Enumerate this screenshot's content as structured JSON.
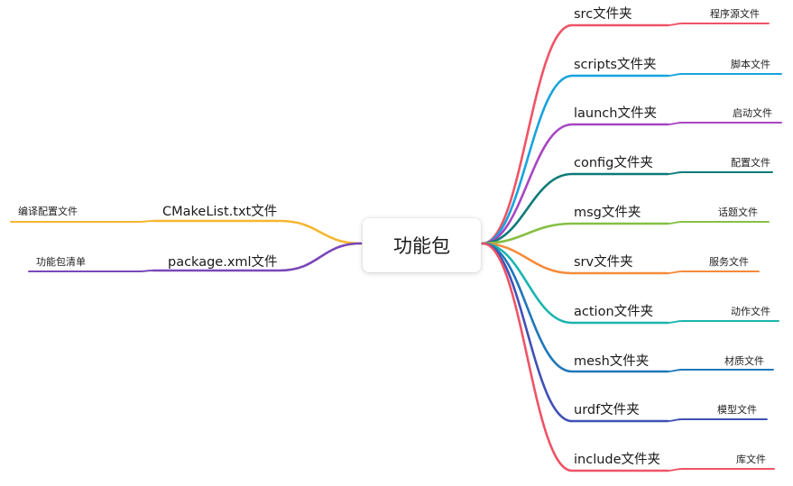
{
  "root": {
    "label": "功能包"
  },
  "right_branches": [
    {
      "label": "src文件夹",
      "note": "程序源文件",
      "color": "#ef5366"
    },
    {
      "label": "scripts文件夹",
      "note": "脚本文件",
      "color": "#17a3dd"
    },
    {
      "label": "launch文件夹",
      "note": "启动文件",
      "color": "#a845c2"
    },
    {
      "label": "config文件夹",
      "note": "配置文件",
      "color": "#0d7a78"
    },
    {
      "label": "msg文件夹",
      "note": "话题文件",
      "color": "#86bf45"
    },
    {
      "label": "srv文件夹",
      "note": "服务文件",
      "color": "#f58a3a"
    },
    {
      "label": "action文件夹",
      "note": "动作文件",
      "color": "#1bb5ae"
    },
    {
      "label": "mesh文件夹",
      "note": "材质文件",
      "color": "#1f78b8"
    },
    {
      "label": "urdf文件夹",
      "note": "模型文件",
      "color": "#3f51b5"
    },
    {
      "label": "include文件夹",
      "note": "库文件",
      "color": "#ef5366"
    }
  ],
  "left_branches": [
    {
      "label": "CMakeList.txt文件",
      "note": "编译配置文件",
      "color": "#f5b731"
    },
    {
      "label": "package.xml文件",
      "note": "功能包清单",
      "color": "#7a47b8"
    }
  ]
}
